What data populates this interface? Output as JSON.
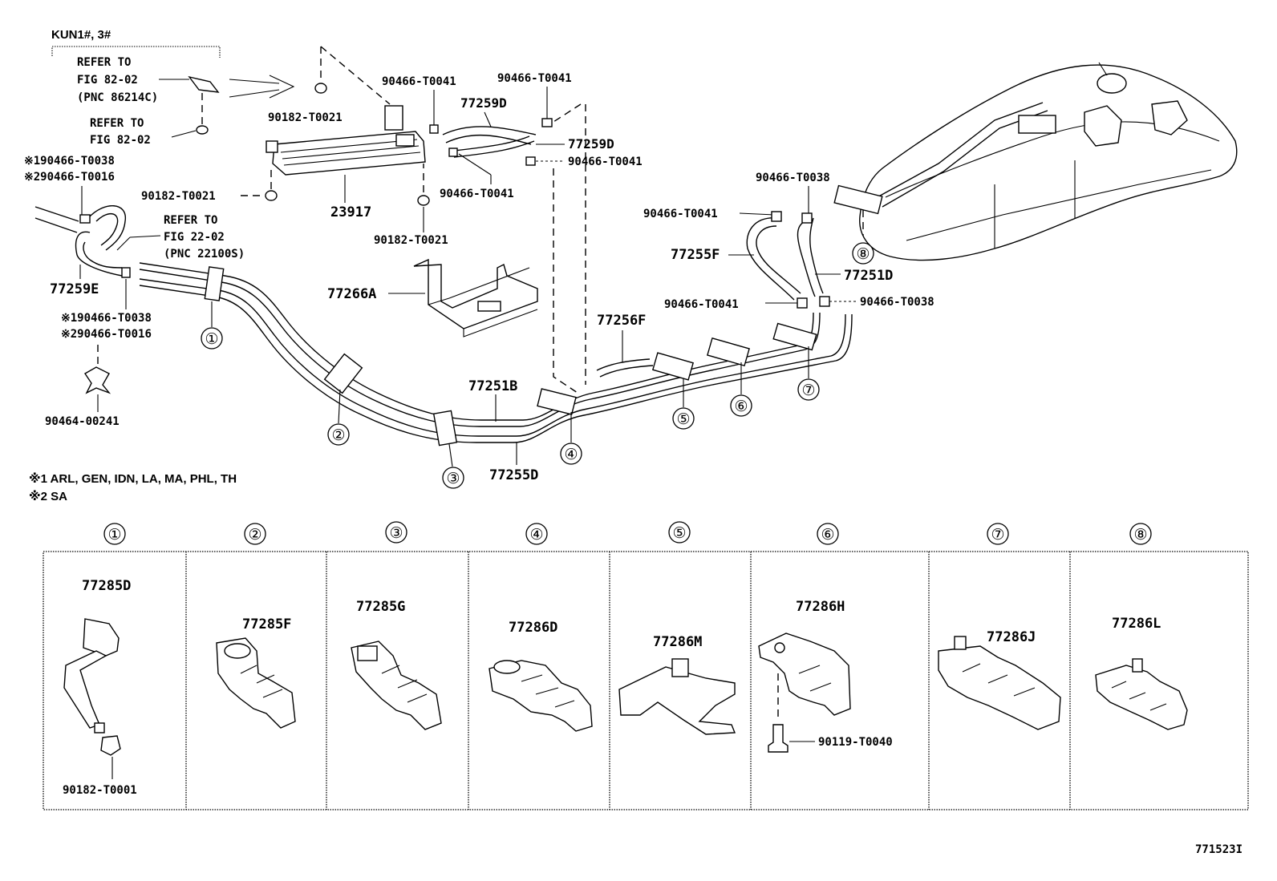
{
  "header": {
    "applicability": "KUN1#, 3#"
  },
  "refs": {
    "fig8202_a": [
      "REFER TO",
      "FIG 82-02",
      "(PNC 86214C)"
    ],
    "fig8202_b": [
      "REFER TO",
      "FIG 82-02"
    ],
    "fig2202": [
      "REFER TO",
      "FIG 22-02",
      "(PNC 22100S)"
    ]
  },
  "part_labels": {
    "p90182_t0021_a": "90182-T0021",
    "p90466_t0041_a": "90466-T0041",
    "p90466_t0041_b": "90466-T0041",
    "p77259d_a": "77259D",
    "p77259d_b": "77259D",
    "p90466_t0041_c": "90466-T0041",
    "p90466_t0041_d": "90466-T0041",
    "p90182_t0021_b": "90182-T0021",
    "p90182_t0021_c": "90182-T0021",
    "p23917": "23917",
    "p77266a": "77266A",
    "k1_90466_t0038_a": "※190466-T0038",
    "k2_90466_t0016_a": "※290466-T0016",
    "k1_90466_t0038_b": "※190466-T0038",
    "k2_90466_t0016_b": "※290466-T0016",
    "p77259e": "77259E",
    "p90464_00241": "90464-00241",
    "p90466_t0038_a": "90466-T0038",
    "p90466_t0041_e": "90466-T0041",
    "p77255f": "77255F",
    "p77251d": "77251D",
    "p90466_t0041_f": "90466-T0041",
    "p90466_t0038_b": "90466-T0038",
    "p77256f": "77256F",
    "p77251b": "77251B",
    "p77255d": "77255D"
  },
  "notes": [
    "※1 ARL, GEN, IDN, LA, MA, PHL, TH",
    "※2 SA"
  ],
  "clamp_callouts": [
    "①",
    "②",
    "③",
    "④",
    "⑤",
    "⑥",
    "⑦",
    "⑧"
  ],
  "clamp_table": [
    {
      "num": "①",
      "parts": [
        "77285D",
        "90182-T0001"
      ]
    },
    {
      "num": "②",
      "parts": [
        "77285F"
      ]
    },
    {
      "num": "③",
      "parts": [
        "77285G"
      ]
    },
    {
      "num": "④",
      "parts": [
        "77286D"
      ]
    },
    {
      "num": "⑤",
      "parts": [
        "77286M"
      ]
    },
    {
      "num": "⑥",
      "parts": [
        "77286H",
        "90119-T0040"
      ]
    },
    {
      "num": "⑦",
      "parts": [
        "77286J"
      ]
    },
    {
      "num": "⑧",
      "parts": [
        "77286L"
      ]
    }
  ],
  "figure_id": "771523I"
}
